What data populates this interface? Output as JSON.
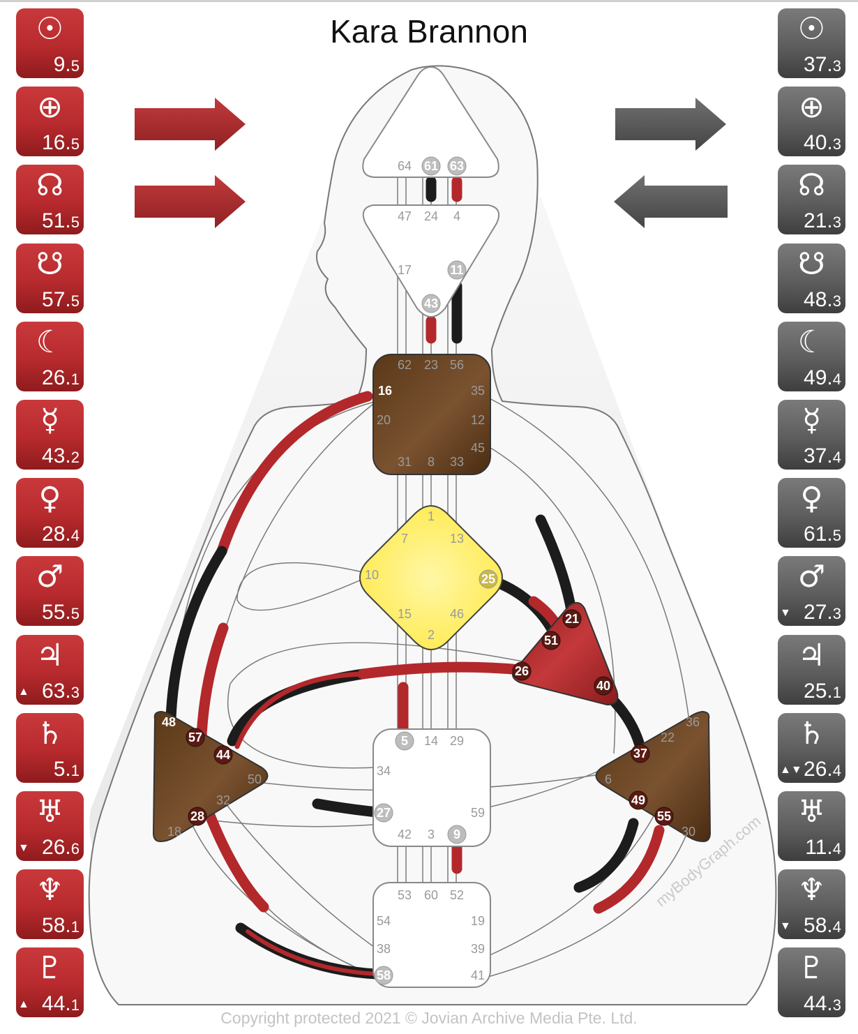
{
  "title": "Kara Brannon",
  "watermark": "myBodyGraph.com",
  "footer": "Copyright protected 2021 © Jovian Archive Media Pte. Ltd.",
  "colors": {
    "design": "#b3282b",
    "personality": "#1c1c1c",
    "defined_center": "#6b4526",
    "g_center": "#fff060",
    "open_center": "#ffffff"
  },
  "design": [
    {
      "icon": "sun-icon",
      "symbol": "☉",
      "gate": "9",
      "line": "5",
      "arrow": ""
    },
    {
      "icon": "earth-icon",
      "symbol": "⊕",
      "gate": "16",
      "line": "5",
      "arrow": ""
    },
    {
      "icon": "north-node-icon",
      "symbol": "☊",
      "gate": "51",
      "line": "5",
      "arrow": ""
    },
    {
      "icon": "south-node-icon",
      "symbol": "☋",
      "gate": "57",
      "line": "5",
      "arrow": ""
    },
    {
      "icon": "moon-icon",
      "symbol": "☾",
      "gate": "26",
      "line": "1",
      "arrow": ""
    },
    {
      "icon": "mercury-icon",
      "symbol": "☿",
      "gate": "43",
      "line": "2",
      "arrow": ""
    },
    {
      "icon": "venus-icon",
      "symbol": "♀",
      "gate": "28",
      "line": "4",
      "arrow": ""
    },
    {
      "icon": "mars-icon",
      "symbol": "♂",
      "gate": "55",
      "line": "5",
      "arrow": ""
    },
    {
      "icon": "jupiter-icon",
      "symbol": "♃",
      "gate": "63",
      "line": "3",
      "arrow": "▲"
    },
    {
      "icon": "saturn-icon",
      "symbol": "♄",
      "gate": "5",
      "line": "1",
      "arrow": ""
    },
    {
      "icon": "uranus-icon",
      "symbol": "♅",
      "gate": "26",
      "line": "6",
      "arrow": "▼"
    },
    {
      "icon": "neptune-icon",
      "symbol": "♆",
      "gate": "58",
      "line": "1",
      "arrow": ""
    },
    {
      "icon": "pluto-icon",
      "symbol": "♇",
      "gate": "44",
      "line": "1",
      "arrow": "▲"
    }
  ],
  "personality": [
    {
      "icon": "sun-icon",
      "symbol": "☉",
      "gate": "37",
      "line": "3",
      "arrow": ""
    },
    {
      "icon": "earth-icon",
      "symbol": "⊕",
      "gate": "40",
      "line": "3",
      "arrow": ""
    },
    {
      "icon": "north-node-icon",
      "symbol": "☊",
      "gate": "21",
      "line": "3",
      "arrow": ""
    },
    {
      "icon": "south-node-icon",
      "symbol": "☋",
      "gate": "48",
      "line": "3",
      "arrow": ""
    },
    {
      "icon": "moon-icon",
      "symbol": "☾",
      "gate": "49",
      "line": "4",
      "arrow": ""
    },
    {
      "icon": "mercury-icon",
      "symbol": "☿",
      "gate": "37",
      "line": "4",
      "arrow": ""
    },
    {
      "icon": "venus-icon",
      "symbol": "♀",
      "gate": "61",
      "line": "5",
      "arrow": ""
    },
    {
      "icon": "mars-icon",
      "symbol": "♂",
      "gate": "27",
      "line": "3",
      "arrow": "▼"
    },
    {
      "icon": "jupiter-icon",
      "symbol": "♃",
      "gate": "25",
      "line": "1",
      "arrow": ""
    },
    {
      "icon": "saturn-icon",
      "symbol": "♄",
      "gate": "26",
      "line": "4",
      "arrow": "▲▼"
    },
    {
      "icon": "uranus-icon",
      "symbol": "♅",
      "gate": "11",
      "line": "4",
      "arrow": ""
    },
    {
      "icon": "neptune-icon",
      "symbol": "♆",
      "gate": "58",
      "line": "4",
      "arrow": "▼"
    },
    {
      "icon": "pluto-icon",
      "symbol": "♇",
      "gate": "44",
      "line": "3",
      "arrow": ""
    }
  ],
  "arrows": {
    "design_top": "right",
    "design_bottom": "right",
    "personality_top": "right",
    "personality_bottom": "left"
  },
  "gate_labels": {
    "g64": "64",
    "g61": "61",
    "g63": "63",
    "g47": "47",
    "g24": "24",
    "g4": "4",
    "g17": "17",
    "g11": "11",
    "g43": "43",
    "g62": "62",
    "g23": "23",
    "g56": "56",
    "g16": "16",
    "g35": "35",
    "g20": "20",
    "g12": "12",
    "g45": "45",
    "g31": "31",
    "g8": "8",
    "g33": "33",
    "g1": "1",
    "g7": "7",
    "g13": "13",
    "g10": "10",
    "g25": "25",
    "g15": "15",
    "g46": "46",
    "g2": "2",
    "g21": "21",
    "g51": "51",
    "g26": "26",
    "g40": "40",
    "g48": "48",
    "g57": "57",
    "g44": "44",
    "g50": "50",
    "g32": "32",
    "g28": "28",
    "g18": "18",
    "g36": "36",
    "g22": "22",
    "g37": "37",
    "g6": "6",
    "g49": "49",
    "g55": "55",
    "g30": "30",
    "g5": "5",
    "g14": "14",
    "g29": "29",
    "g34": "34",
    "g27": "27",
    "g59": "59",
    "g42": "42",
    "g3": "3",
    "g9": "9",
    "g53": "53",
    "g60": "60",
    "g52": "52",
    "g54": "54",
    "g19": "19",
    "g38": "38",
    "g39": "39",
    "g58": "58",
    "g41": "41"
  }
}
